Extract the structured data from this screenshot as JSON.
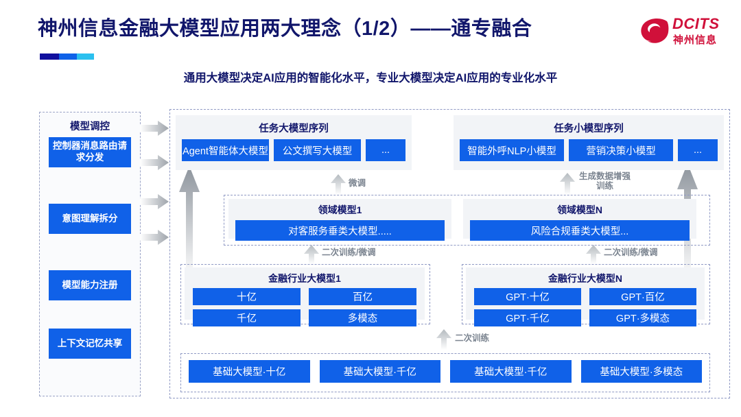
{
  "header": {
    "title": "神州信息金融大模型应用两大理念（1/2）——通专融合",
    "subtitle": "通用大模型决定AI应用的智能化水平，专业大模型决定AI应用的专业化水平",
    "logo_en": "DCITS",
    "logo_cn": "神州信息",
    "accent_colors": [
      "#11109e",
      "#0f62e8",
      "#2bc0ef"
    ],
    "brand_color": "#d0103a",
    "title_color": "#11166b"
  },
  "control_column": {
    "title": "模型调控",
    "items": [
      {
        "label": "控制器消息路由请求分发"
      },
      {
        "label": "意图理解拆分"
      },
      {
        "label": "模型能力注册"
      },
      {
        "label": "上下文记忆共享"
      }
    ]
  },
  "task_panels": [
    {
      "title": "任务大模型序列",
      "chips": [
        "Agent智能体大模型",
        "公文撰写大模型",
        "..."
      ]
    },
    {
      "title": "任务小模型序列",
      "chips": [
        "智能外呼NLP小模型",
        "营销决策小模型",
        "..."
      ]
    }
  ],
  "domain_panels": [
    {
      "title": "领域模型1",
      "chip": "对客服务垂类大模型....."
    },
    {
      "title": "领域模型N",
      "chip": "风险合规垂类大模型..."
    }
  ],
  "industry_panels": [
    {
      "title": "金融行业大模型1",
      "chips": [
        "十亿",
        "百亿",
        "千亿",
        "多模态"
      ]
    },
    {
      "title": "金融行业大模型N",
      "chips": [
        "GPT·十亿",
        "GPT·百亿",
        "GPT·千亿",
        "GPT·多模态"
      ]
    }
  ],
  "foundation_panel": {
    "chips": [
      "基础大模型·十亿",
      "基础大模型·千亿",
      "基础大模型·千亿",
      "基础大模型·多模态"
    ]
  },
  "arrow_labels": {
    "fine_tune": "微调",
    "data_augment": "生成数据增强\n训练",
    "retrain_finetune_left": "二次训练/微调",
    "retrain_finetune_right": "二次训练/微调",
    "retrain": "二次训练"
  },
  "colors": {
    "chip_blue": "#1061e8",
    "panel_gray": "#f2f4f7",
    "dash_border": "#8f99c4",
    "arrow_gray": "#b9bec4"
  }
}
